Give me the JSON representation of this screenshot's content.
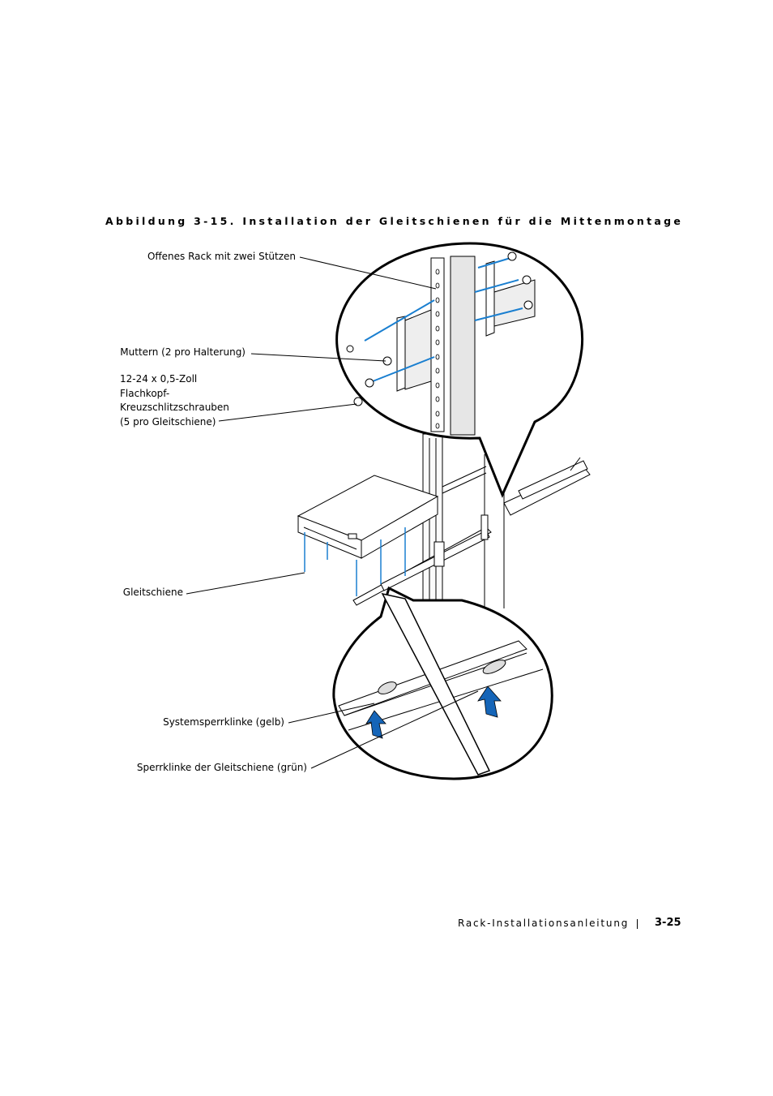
{
  "figure": {
    "caption": "Abbildung 3-15.   Installation der Gleitschienen für die Mittenmontage",
    "callouts": {
      "open_rack": "Offenes Rack mit zwei Stützen",
      "nuts": "Muttern (2 pro Halterung)",
      "screws_line1": "12-24 x 0,5-Zoll",
      "screws_line2": "Flachkopf-",
      "screws_line3": "Kreuzschlitzschrauben",
      "screws_line4": "(5 pro Gleitschiene)",
      "slide_rail": "Gleitschiene",
      "system_latch": "Systemsperrklinke (gelb)",
      "rail_latch": "Sperrklinke der Gleitschiene (grün)"
    }
  },
  "footer": {
    "title": "Rack-Installationsanleitung",
    "page": "3-25"
  },
  "colors": {
    "screw_blue": "#1a7fd0",
    "arrow_blue": "#1565b8"
  }
}
